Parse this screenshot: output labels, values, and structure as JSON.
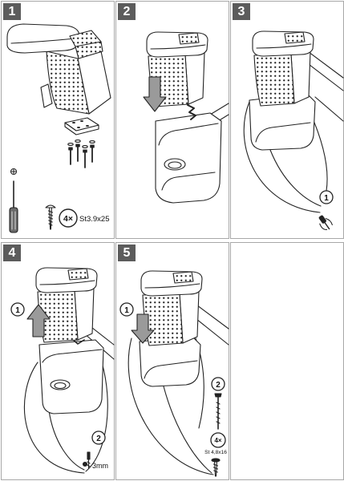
{
  "colors": {
    "badge_background": "#5c5c5c",
    "badge_text": "#ffffff",
    "panel_border": "#a8a8a8",
    "line_art": "#232323",
    "arrow_fill": "#9a9a9a"
  },
  "panels": {
    "p1": {
      "number": "1",
      "quantity": "4×",
      "screw_spec": "St3.9x25",
      "icons": [
        "phillips-icon",
        "screwdriver-icon",
        "screw-icon"
      ]
    },
    "p2": {
      "number": "2",
      "icons": [
        "down-arrow-icon"
      ]
    },
    "p3": {
      "number": "3",
      "step": "1",
      "icons": [
        "screwdriver-icon"
      ]
    },
    "p4": {
      "number": "4",
      "step_1": "1",
      "step_2": "2",
      "drill_size": "3mm",
      "icons": [
        "up-arrow-icon",
        "drill-icon"
      ]
    },
    "p5": {
      "number": "5",
      "step_1": "1",
      "step_2": "2",
      "quantity": "4×",
      "screw_spec": "St 4,8x16",
      "icons": [
        "down-arrow-icon",
        "screw-icon"
      ]
    }
  }
}
